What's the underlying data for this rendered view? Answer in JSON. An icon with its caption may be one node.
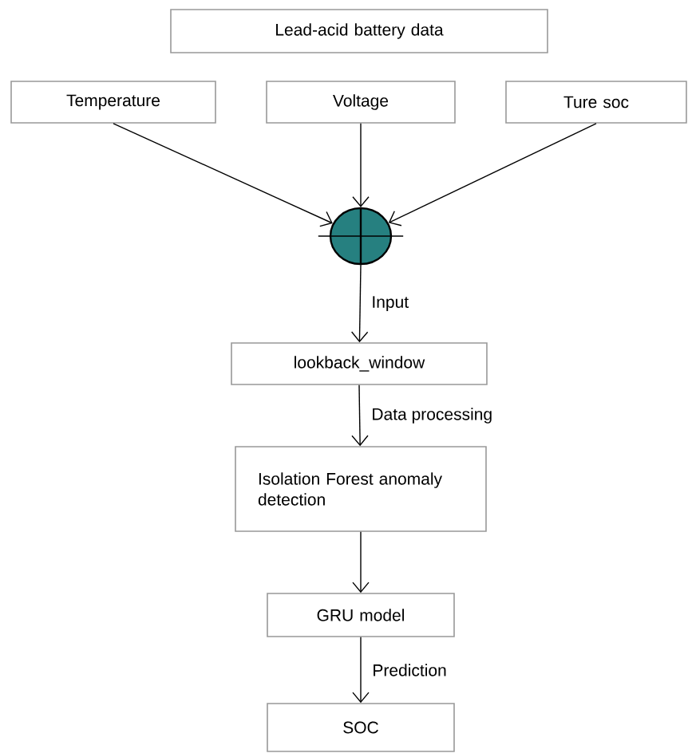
{
  "diagram": {
    "nodes": [
      {
        "text": [
          "Lead-acid battery data"
        ]
      },
      {
        "text": [
          "Temperature"
        ]
      },
      {
        "text": [
          "Voltage"
        ]
      },
      {
        "text": [
          "Ture soc"
        ]
      },
      {
        "text": [],
        "shape": "circle"
      },
      {
        "text": [
          "lookback_window"
        ]
      },
      {
        "text": [
          "Isolation Forest anomaly detection"
        ]
      },
      {
        "text": [
          "GRU model"
        ]
      },
      {
        "text": [
          "SOC"
        ]
      }
    ],
    "edges": [
      {
        "from": 1,
        "to": 4,
        "arrow": "to"
      },
      {
        "from": 2,
        "to": 4,
        "arrow": "to"
      },
      {
        "from": 3,
        "to": 4,
        "arrow": "to"
      },
      {
        "from": 4,
        "to": 5,
        "arrow": "to",
        "label": "Input"
      },
      {
        "from": 5,
        "to": 6,
        "arrow": "to",
        "label": "Data processing"
      },
      {
        "from": 6,
        "to": 7,
        "arrow": "to"
      },
      {
        "from": 7,
        "to": 8,
        "arrow": "to",
        "label": "Prediction"
      }
    ]
  }
}
